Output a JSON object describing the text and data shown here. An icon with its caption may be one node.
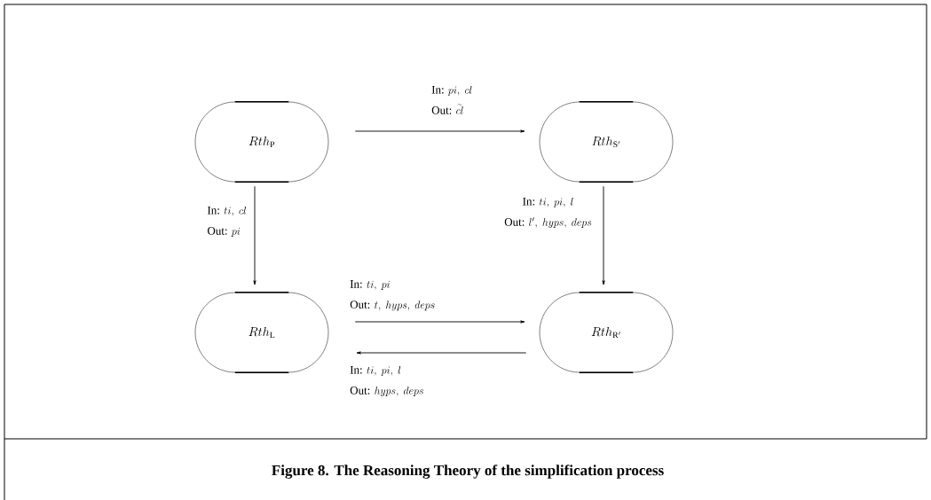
{
  "diagram": {
    "nodes": [
      {
        "text": [
          "Rth_{\\mathrm{P}}"
        ]
      },
      {
        "text": [
          "Rth_{\\mathrm{S'}}"
        ]
      },
      {
        "text": [
          "Rth_{\\mathrm{L}}"
        ]
      },
      {
        "text": [
          "Rth_{\\mathrm{R'}}"
        ]
      }
    ],
    "edges": [
      {
        "from": 0,
        "to": 1,
        "arrow": "to",
        "label": "\\begin{array}{@{}l@{}}\\mbox{In: } pi,\\ cl\\\\ \\mbox{Out: } \\widetilde{cl}\\end{array}"
      },
      {
        "from": 0,
        "to": 2,
        "arrow": "to",
        "label": "\\begin{array}{@{}l@{}}\\mbox{In: } ti,\\ cl\\\\ \\mbox{Out: } pi\\end{array}"
      },
      {
        "from": 1,
        "to": 3,
        "arrow": "to",
        "label": "\\begin{array}{@{}c@{}}\\mbox{In: } ti,\\ pi,\\ l\\\\ \\mbox{Out: } l',\\ hyps,\\ deps\\end{array}"
      },
      {
        "from": 2,
        "to": 3,
        "arrow": "to",
        "label": "\\begin{array}{@{}l@{}}\\mbox{In: } ti,\\ pi\\\\ \\mbox{Out: } t,\\ hyps,\\ deps\\end{array}"
      },
      {
        "from": 3,
        "to": 2,
        "arrow": "to",
        "label": "\\begin{array}{@{}l@{}}\\mbox{In: } ti,\\ pi,\\ l\\\\ \\mbox{Out: } hyps,\\ deps\\end{array}"
      }
    ],
    "caption": "Figure 8.   The Reasoning Theory of the simplification process"
  }
}
